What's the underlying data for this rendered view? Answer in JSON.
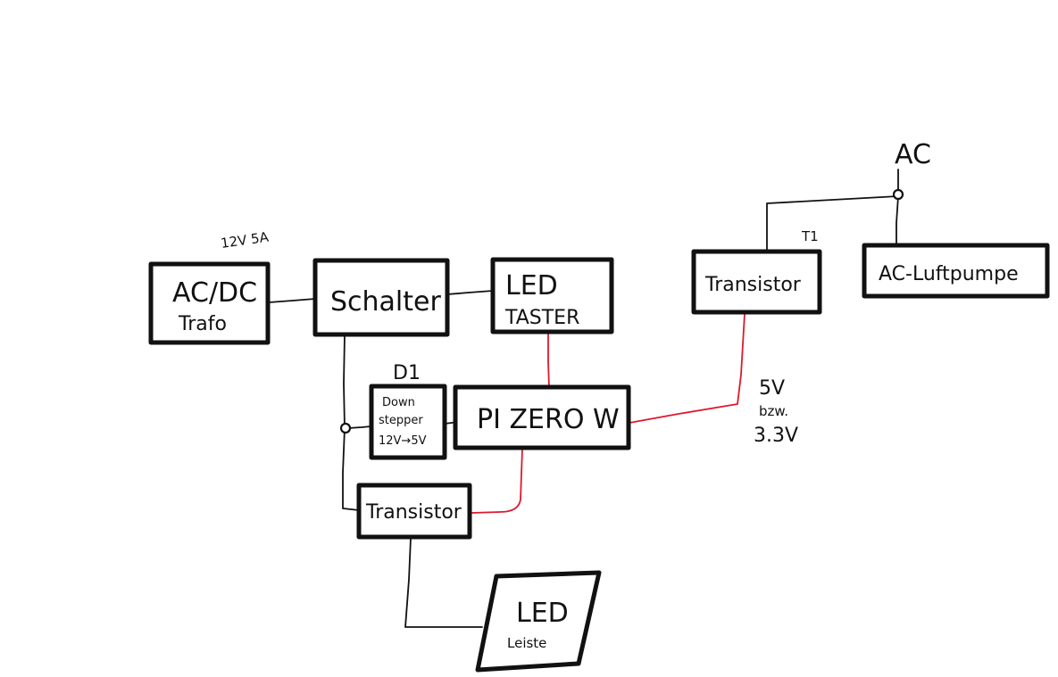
{
  "colors": {
    "ink": "#111111",
    "signal": "#e0182d",
    "background": "#ffffff"
  },
  "labels": {
    "psu_rating": "12V 5A",
    "diode": "D1",
    "transistor_ref": "T1",
    "ac_source": "AC",
    "signal_voltage_1": "5V",
    "signal_voltage_2": "bzw.",
    "signal_voltage_3": "3.3V"
  },
  "blocks": {
    "trafo": {
      "line1": "AC/DC",
      "line2": "Trafo"
    },
    "schalter": {
      "line1": "Schalter"
    },
    "led_taster": {
      "line1": "LED",
      "line2": "TASTER"
    },
    "downstepper": {
      "line1": "Down",
      "line2": "stepper",
      "line3": "12V→5V"
    },
    "pi": {
      "line1": "PI ZERO W"
    },
    "transistor_top": {
      "line1": "Transistor"
    },
    "transistor_bottom": {
      "line1": "Transistor"
    },
    "pump": {
      "line1": "AC-Luftpumpe"
    },
    "led_strip": {
      "line1": "LED",
      "line2": "Leiste"
    }
  }
}
